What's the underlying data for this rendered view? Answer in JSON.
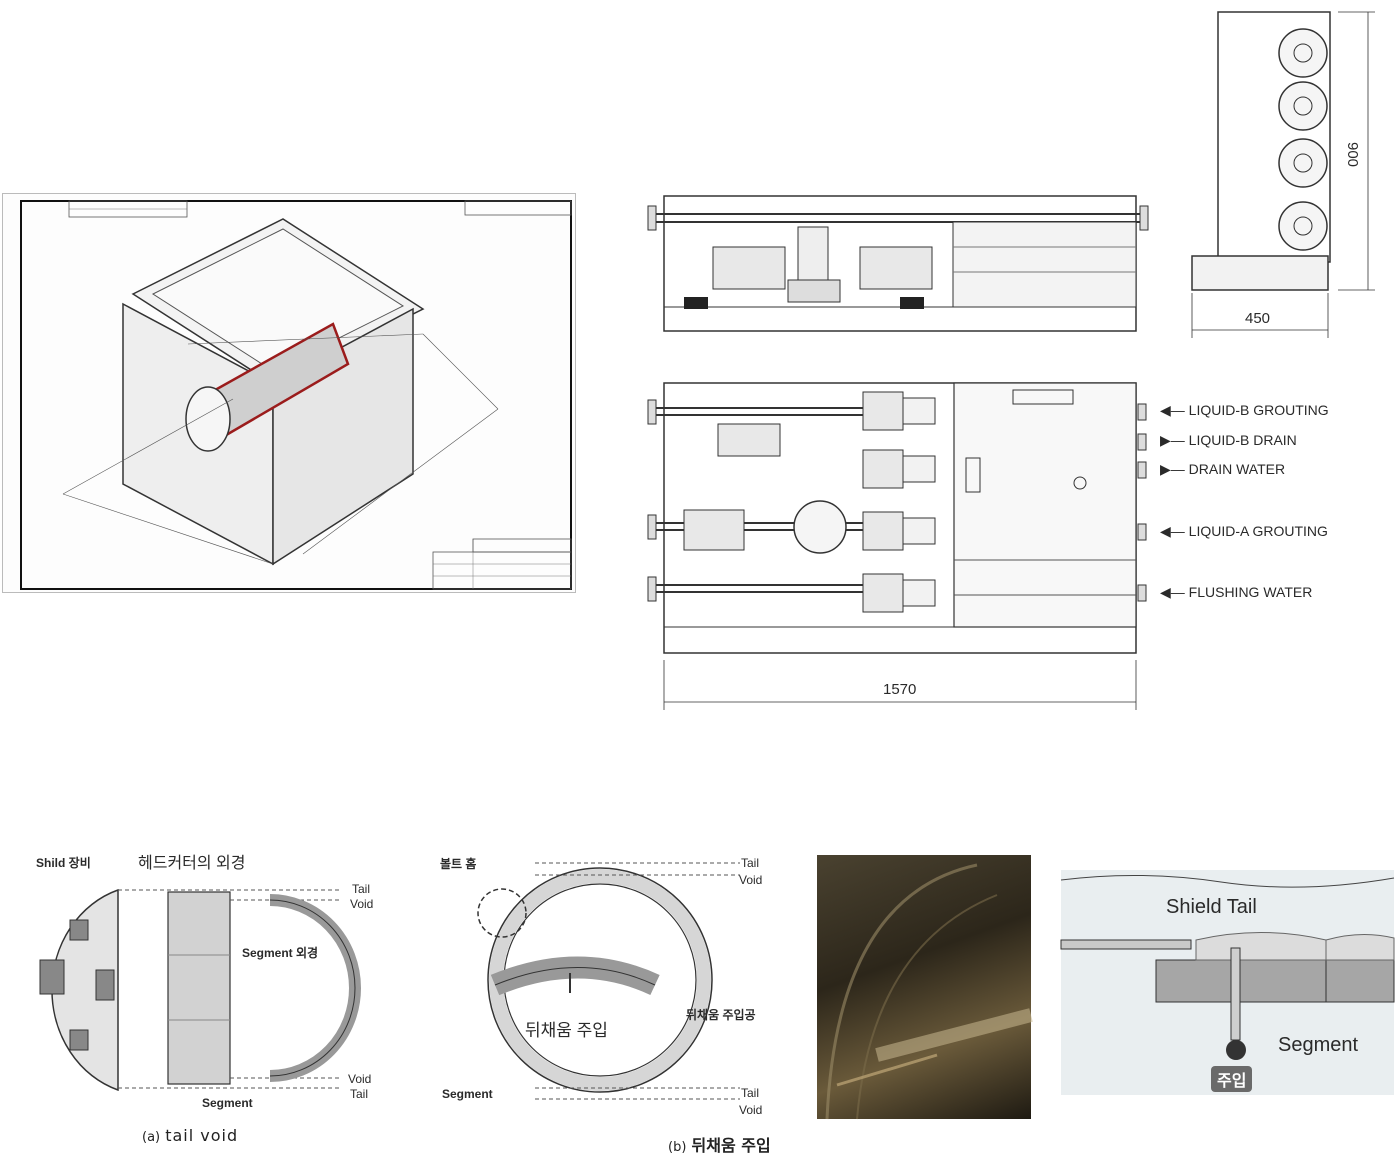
{
  "front_view": {
    "dim_height": "900",
    "dim_width": "450"
  },
  "plan_view": {
    "dim_length": "1570",
    "ports": [
      "LIQUID-B GROUTING",
      "LIQUID-B DRAIN",
      "DRAIN WATER",
      "LIQUID-A GROUTING",
      "FLUSHING WATER"
    ]
  },
  "tail_void": {
    "shield_label": "Shild 장비",
    "cutter_label": "헤드커터의 외경",
    "segment_od_label": "Segment 외경",
    "segment_label": "Segment",
    "tail_top": "Tail",
    "void_top": "Void",
    "void_bottom": "Void",
    "tail_bottom": "Tail",
    "caption_prefix": "(a)",
    "caption": "tail void"
  },
  "backfill": {
    "bolt_label": "볼트 홈",
    "injection_label": "뒤채움 주입",
    "port_label": "뒤채움 주입공",
    "segment_label": "Segment",
    "tail_top": "Tail",
    "void_top": "Void",
    "tail_bottom": "Tail",
    "void_bottom": "Void",
    "caption_prefix": "(b)",
    "caption": "뒤채움 주입"
  },
  "shield_tail_diagram": {
    "shield_tail": "Shield Tail",
    "segment": "Segment",
    "inject": "주입"
  }
}
